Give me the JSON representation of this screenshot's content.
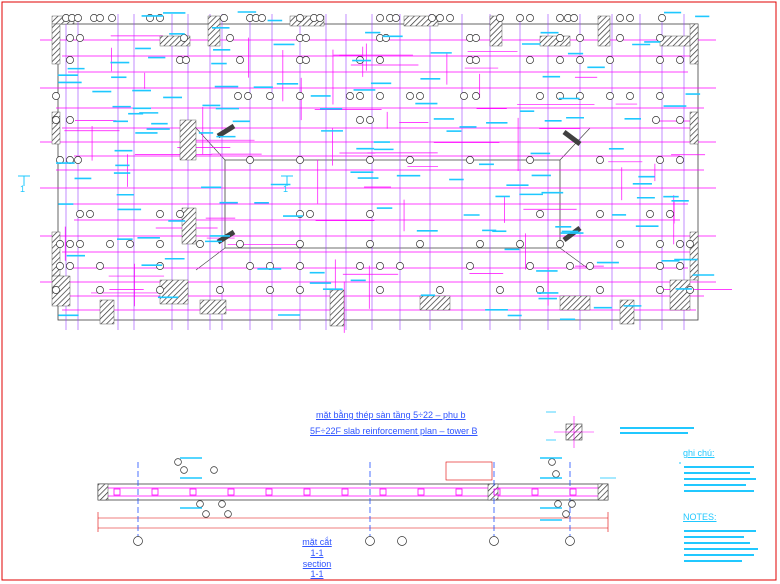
{
  "drawing": {
    "plan_title_vn": "mặt bằng thép sàn tầng 5÷22 – phụ b",
    "plan_title_en": "5F÷22F slab reinforcement plan – tower B",
    "section_label_vn": "mặt cắt",
    "section_number": "1-1",
    "section_label_en": "section",
    "section_number_2": "1-1",
    "section_marker": "1",
    "ghi_chu_title": "ghi chú:",
    "notes_title": "NOTES:"
  },
  "colors": {
    "frame": "#e00000",
    "rebar": "#ff00ff",
    "grid": "#9a40ff",
    "annotation": "#1ec8ff",
    "hatch": "#404040",
    "title": "#2f54ff"
  }
}
